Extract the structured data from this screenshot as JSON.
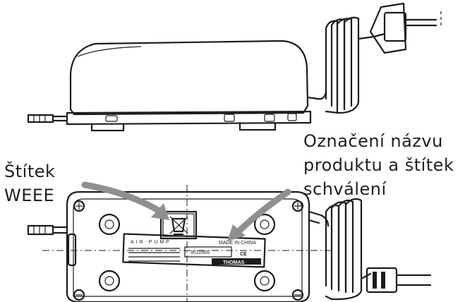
{
  "labels": {
    "weee_label": [
      "Štítek",
      "WEEE"
    ],
    "product_label": [
      "Označení názvu",
      "produktu a štítek",
      "schválení"
    ]
  },
  "nameplate": {
    "header": "AIR PUMP",
    "made_in": "MADE IN CHINA",
    "code": "9510900",
    "ce_mark": "CE",
    "brand": "THOMAS"
  },
  "colors": {
    "ink": "#1c1c1c",
    "arrow": "#8f8f8f",
    "text": "#1f1f1f"
  }
}
